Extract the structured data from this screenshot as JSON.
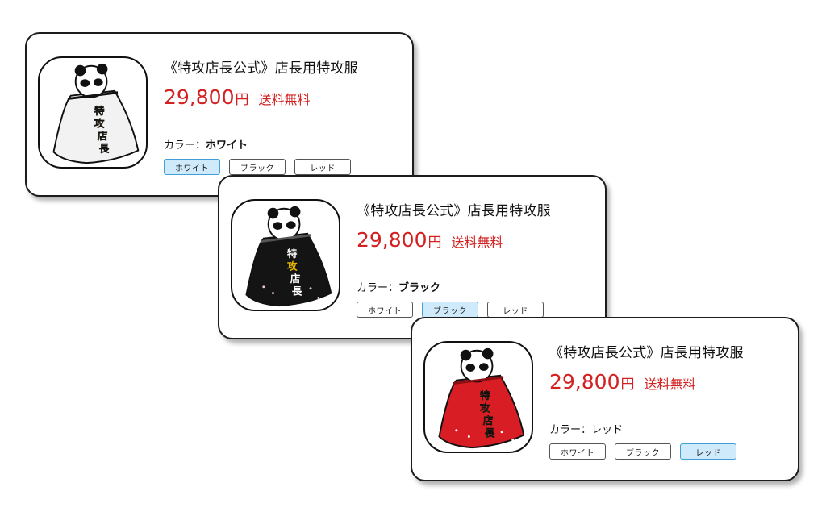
{
  "products": [
    {
      "id": "white",
      "title": "《特攻店長公式》店長用特攻服",
      "price": "29,800",
      "price_unit": "円",
      "shipping": "送料無料",
      "color_label": "カラー：",
      "color_value": "ホワイト",
      "garment_color": "#f2f2f2",
      "options": [
        "ホワイト",
        "ブラック",
        "レッド"
      ],
      "selected": 0
    },
    {
      "id": "black",
      "title": "《特攻店長公式》店長用特攻服",
      "price": "29,800",
      "price_unit": "円",
      "shipping": "送料無料",
      "color_label": "カラー：",
      "color_value": "ブラック",
      "garment_color": "#141414",
      "options": [
        "ホワイト",
        "ブラック",
        "レッド"
      ],
      "selected": 1
    },
    {
      "id": "red",
      "title": "《特攻店長公式》店長用特攻服",
      "price": "29,800",
      "price_unit": "円",
      "shipping": "送料無料",
      "color_label": "カラー：",
      "color_value": "レッド",
      "garment_color": "#d81e24",
      "options": [
        "ホワイト",
        "ブラック",
        "レッド"
      ],
      "selected": 2
    }
  ],
  "colors": {
    "price_red": "#d32020",
    "selected_fill": "#cfeafb",
    "selected_border": "#3f9fd6"
  }
}
